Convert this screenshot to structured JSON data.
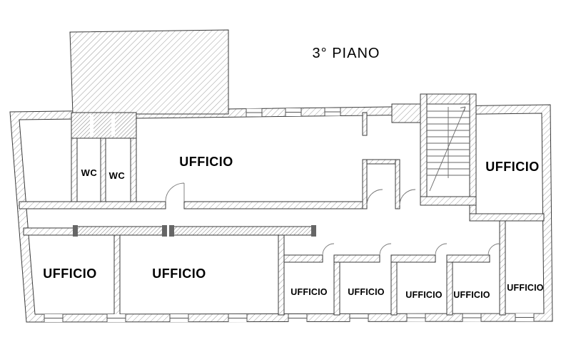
{
  "title": "3° PIANO",
  "rooms": {
    "office_top": "UFFICIO",
    "wc_1": "WC",
    "wc_2": "WC",
    "office_right": "UFFICIO",
    "office_bottom_left": "UFFICIO",
    "office_bottom_center": "UFFICIO",
    "office_small_1": "UFFICIO",
    "office_small_2": "UFFICIO",
    "office_small_3": "UFFICIO",
    "office_small_4": "UFFICIO",
    "office_small_5": "UFFICIO"
  },
  "colors": {
    "wall_line": "#3a3a3a",
    "hatch_line": "#9b9b9b",
    "text": "#000000",
    "background": "#ffffff"
  }
}
